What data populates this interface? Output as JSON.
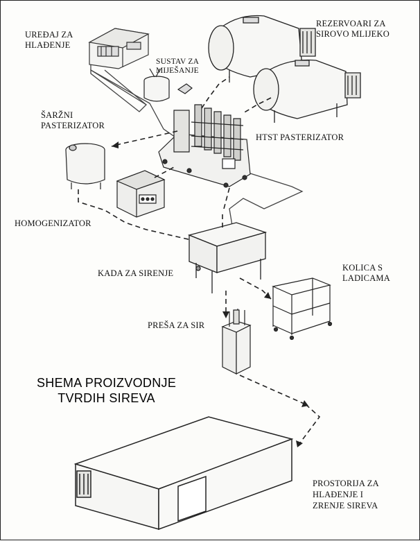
{
  "diagram": {
    "title": [
      "SHEMA PROIZVODNJE",
      "TVRDIH SIREVA"
    ],
    "labels": {
      "cooling_device": [
        "UREĐAJ ZA",
        "HLAĐENJE"
      ],
      "raw_milk_tanks": [
        "REZERVOARI ZA",
        "SIROVO MLIJEKO"
      ],
      "mixing_system": [
        "SUSTAV ZA",
        "MIJEŠANJE"
      ],
      "batch_pasteurizer": [
        "ŠARŽNI",
        "PASTERIZATOR"
      ],
      "htst_pasteurizer": [
        "HTST PASTERIZATOR"
      ],
      "homogenizer": [
        "HOMOGENIZATOR"
      ],
      "cheese_vat": [
        "KADA ZA SIRENJE"
      ],
      "drawer_cart": [
        "KOLICA S",
        "LADICAMA"
      ],
      "cheese_press": [
        "PREŠA ZA SIR"
      ],
      "ripening_room": [
        "PROSTORIJA ZA",
        "HLAĐENJE I",
        "ZRENJE SIREVA"
      ]
    }
  }
}
